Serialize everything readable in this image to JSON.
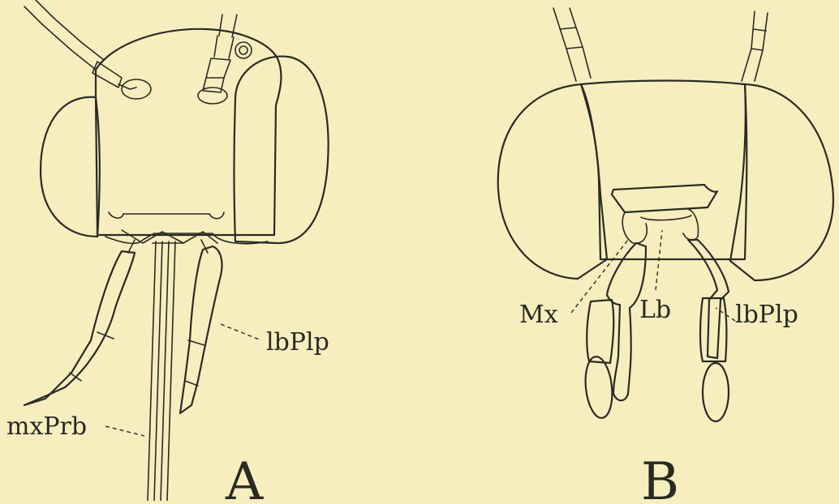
{
  "panels": [
    {
      "letter": "A",
      "labels": {
        "labial_palp": "lbPlp",
        "maxillary_proboscis": "mxPrb"
      }
    },
    {
      "letter": "B",
      "labels": {
        "maxilla": "Mx",
        "labium": "Lb",
        "labial_palp": "lbPlp"
      }
    }
  ],
  "colors": {
    "paper": "#f7eec0",
    "ink": "#2b2b22"
  }
}
